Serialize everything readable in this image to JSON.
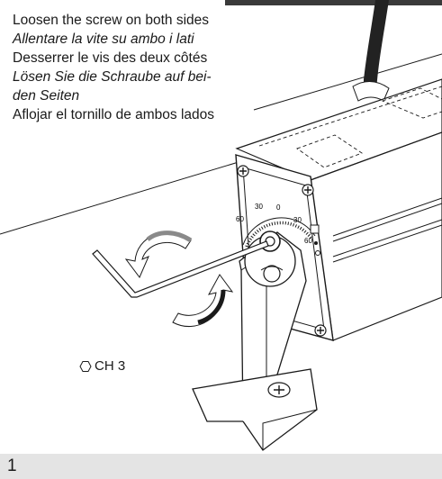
{
  "instructions": {
    "en": "Loosen the screw on both sides",
    "it": "Allentare la vite su ambo i lati",
    "fr": "Desserrer le vis des deux côtés",
    "de_line1": "Lösen Sie die Schraube auf bei-",
    "de_line2": "den Seiten",
    "es": "Aflojar el tornillo de ambos lados"
  },
  "tool": {
    "icon": "hexagon-icon",
    "label": "CH 3"
  },
  "dial": {
    "marks": [
      "60",
      "30",
      "0",
      "30",
      "60"
    ]
  },
  "step": {
    "number": "1"
  },
  "colors": {
    "line": "#1a1a1a",
    "fill": "#ffffff",
    "dark": "#2b2b2b",
    "panel": "#e4e4e4"
  }
}
